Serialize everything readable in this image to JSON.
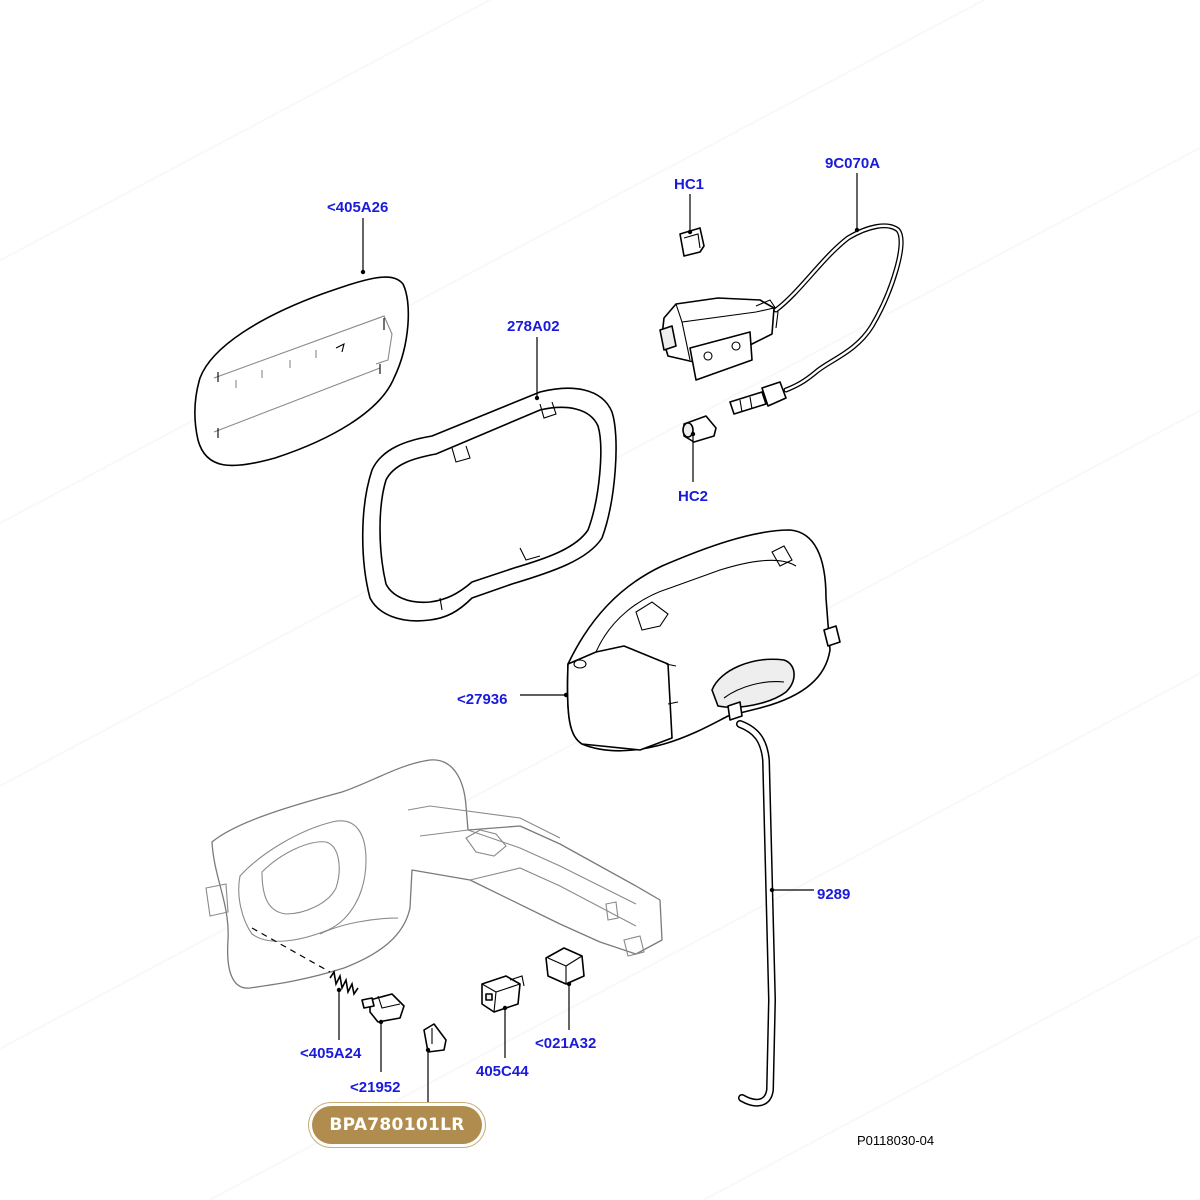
{
  "callouts": {
    "a405a26": "<405A26",
    "a278a02": "278A02",
    "hc1": "HC1",
    "a9c070a": "9C070A",
    "hc2": "HC2",
    "a27936": "<27936",
    "a9289": "9289",
    "a405a24": "<405A24",
    "a21952": "<21952",
    "a405c44": "405C44",
    "a021a32": "<021A32"
  },
  "part_number_badge": "BPA780101LR",
  "illustration_code": "P0118030-04",
  "colors": {
    "callout_text": "#1a1adc",
    "badge_background": "#b08d4f",
    "badge_text": "#ffffff",
    "watermark": "#d7d7d7"
  }
}
